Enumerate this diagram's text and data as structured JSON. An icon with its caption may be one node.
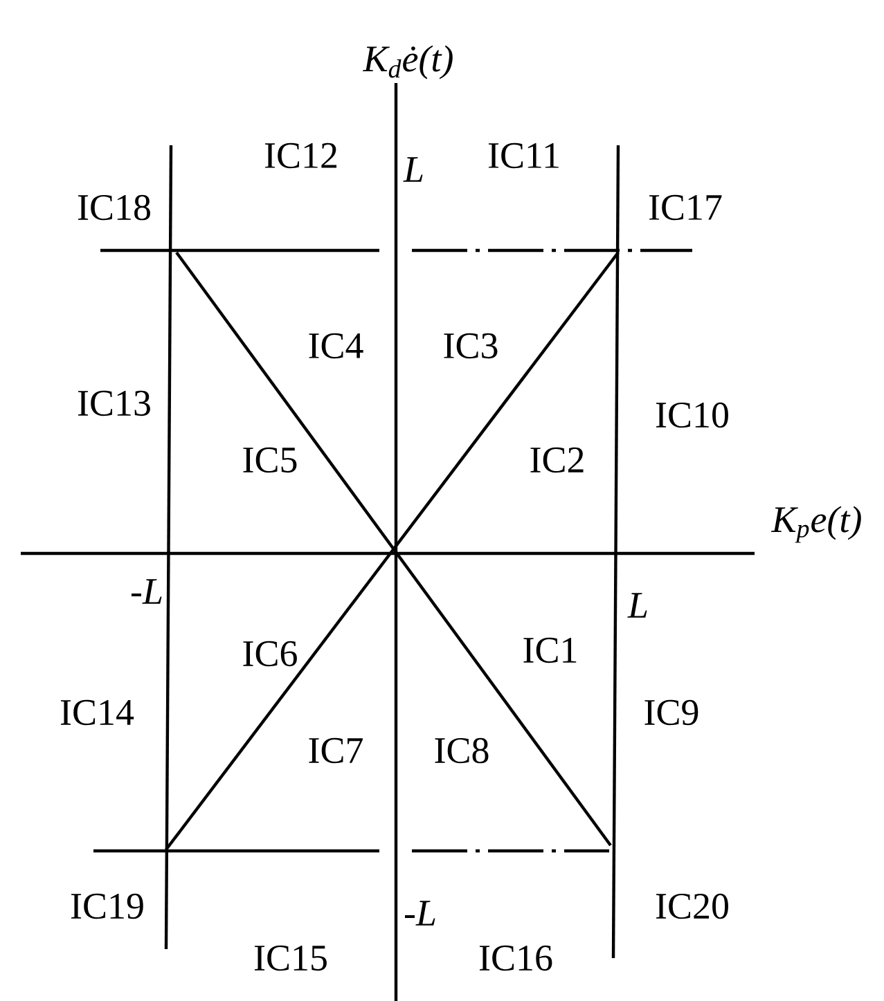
{
  "diagram": {
    "labels": [
      "K$_{d}$ė(t)",
      "IC12",
      "L",
      "IC11",
      "IC18",
      "IC17",
      "IC4",
      "IC3",
      "IC13",
      "IC10",
      "IC5",
      "IC2",
      "K$_{p}$e(t)",
      "-L",
      "L",
      "IC6",
      "IC1",
      "IC14",
      "IC9",
      "IC7",
      "IC8",
      "IC19",
      "-L",
      "IC20",
      "IC15",
      "IC16"
    ]
  }
}
